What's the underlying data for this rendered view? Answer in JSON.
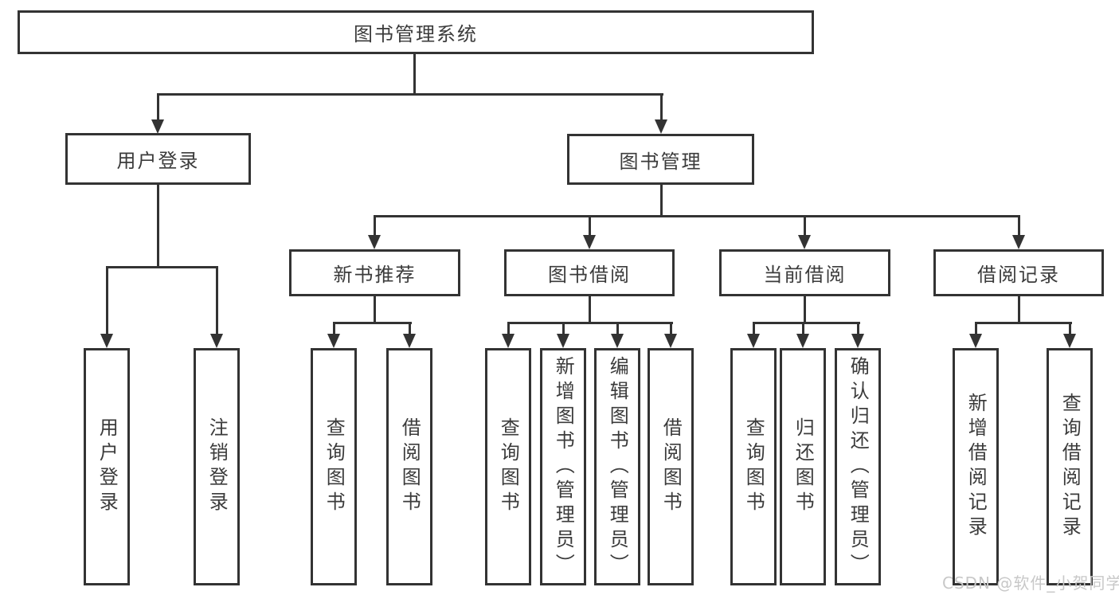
{
  "watermark": "CSDN @软件_小贺同学",
  "colors": {
    "line": "#333333",
    "text": "#3b3b3b",
    "watermark": "#c8c8c8",
    "background": "#ffffff"
  },
  "diagram": {
    "root": "图书管理系统",
    "branches": [
      {
        "label": "用户登录",
        "children": [
          {
            "label": "用户登录"
          },
          {
            "label": "注销登录"
          }
        ]
      },
      {
        "label": "图书管理",
        "children": [
          {
            "label": "新书推荐",
            "children": [
              {
                "label": "查询图书"
              },
              {
                "label": "借阅图书"
              }
            ]
          },
          {
            "label": "图书借阅",
            "children": [
              {
                "label": "查询图书"
              },
              {
                "label": "新增图书（管理员）"
              },
              {
                "label": "编辑图书（管理员）"
              },
              {
                "label": "借阅图书"
              }
            ]
          },
          {
            "label": "当前借阅",
            "children": [
              {
                "label": "查询图书"
              },
              {
                "label": "归还图书"
              },
              {
                "label": "确认归还（管理员）"
              }
            ]
          },
          {
            "label": "借阅记录",
            "children": [
              {
                "label": "新增借阅记录"
              },
              {
                "label": "查询借阅记录"
              }
            ]
          }
        ]
      }
    ]
  }
}
